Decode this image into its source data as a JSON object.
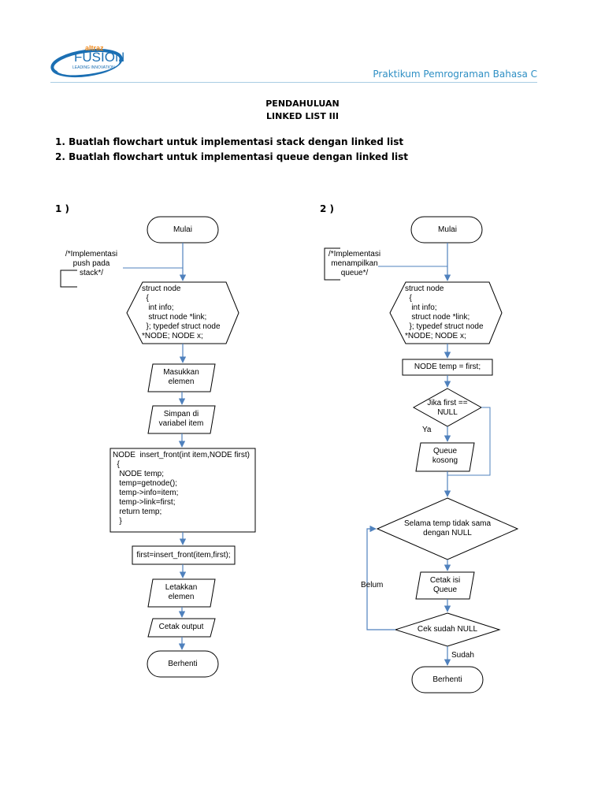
{
  "header": {
    "brand_top": "altraz",
    "brand_main": "FUSION",
    "brand_tagline": "LEADING INNOVATION",
    "course": "Praktikum Pemrograman Bahasa C"
  },
  "title": {
    "line1": "PENDAHULUAN",
    "line2": "LINKED LIST III"
  },
  "questions": [
    "1. Buatlah flowchart untuk implementasi stack dengan linked list",
    "2. Buatlah flowchart untuk implementasi queue dengan linked list"
  ],
  "flowchart1": {
    "label": "1 )",
    "start": "Mulai",
    "comment": "/*Implementasi\npush pada\nstack*/",
    "prep": "struct node\n  {\n   int info;\n   struct node *link;\n  }; typedef struct node\n*NODE; NODE x;",
    "input1": "Masukkan\nelemen",
    "input2": "Simpan di\nvariabel item",
    "func": "NODE  insert_front(int item,NODE first)\n  {\n   NODE temp;\n   temp=getnode();\n   temp->info=item;\n   temp->link=first;\n   return temp;\n   }",
    "assign": "first=insert_front(item,first);",
    "output1": "Letakkan\nelemen",
    "output2": "Cetak output",
    "end": "Berhenti"
  },
  "flowchart2": {
    "label": "2 )",
    "start": "Mulai",
    "comment": "/*Implementasi\nmenampilkan\nqueue*/",
    "prep": "struct node\n  {\n   int info;\n   struct node *link;\n  }; typedef struct node\n*NODE; NODE x;",
    "process1": "NODE temp = first;",
    "decision1": "Jika first ==\nNULL",
    "yes_label": "Ya",
    "output_empty": "Queue\nkosong",
    "loop": "Selama temp tidak sama\ndengan NULL",
    "output_item": "Cetak isi\nQueue",
    "loop_back_label": "Belum",
    "decision2": "Cek sudah NULL",
    "done_label": "Sudah",
    "end": "Berhenti"
  },
  "colors": {
    "brand_blue": "#1b6fb3",
    "brand_orange": "#f08a1c",
    "link_blue": "#2e8fc4",
    "connector": "#4f81bd",
    "shape_stroke": "#000000"
  }
}
